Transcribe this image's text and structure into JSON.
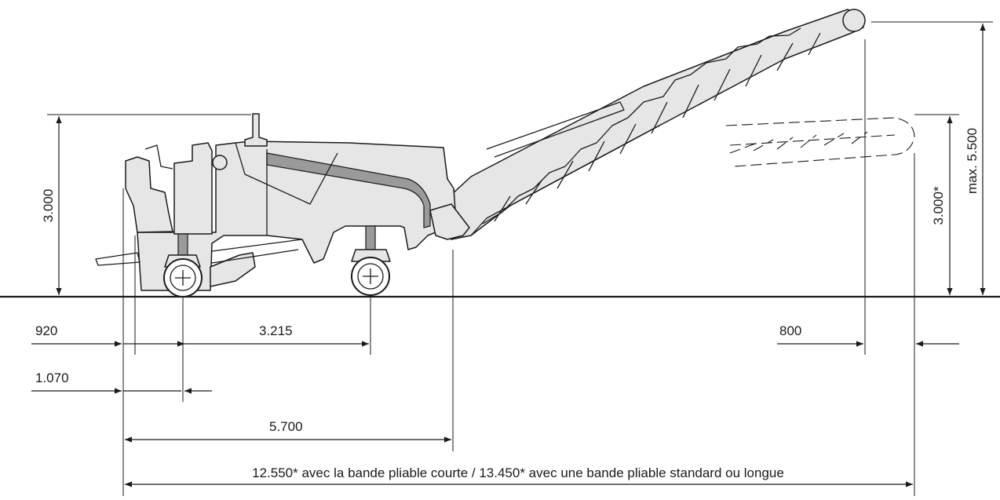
{
  "dimensions": {
    "height_machine": "3.000",
    "height_conveyor_max": "max. 5.500",
    "height_conveyor_folded": "3.000*",
    "front_overhang": "920",
    "wheelbase": "3.215",
    "front_to_axle": "1.070",
    "length_machine": "5.700",
    "conveyor_offset": "800",
    "total_length": "12.550* avec la bande pliable courte / 13.450* avec une bande pliable standard ou longue"
  }
}
